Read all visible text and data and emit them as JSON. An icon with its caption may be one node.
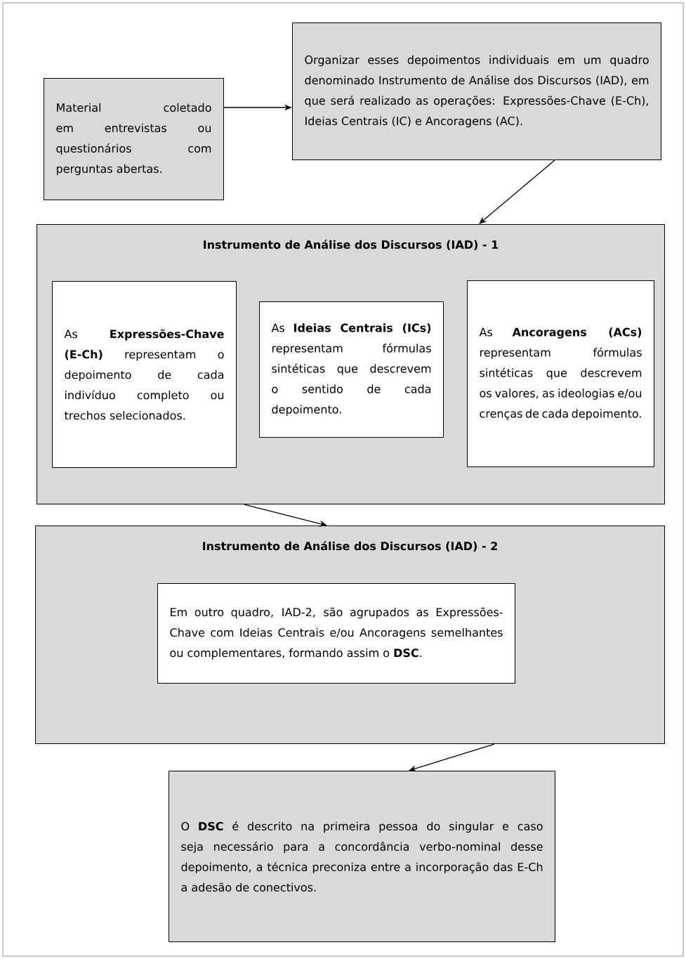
{
  "diagram": {
    "nodes": [
      {
        "text": [
          "Material coletado em entrevistas ou questionários com perguntas abertas."
        ]
      },
      {
        "text": [
          "Organizar esses depoimentos individuais em um quadro denominado Instrumento de Análise dos Discursos (IAD), em que será realizado as operações: Expressões-Chave (E-Ch), Ideias Centrais (IC) e Ancoragens (AC)."
        ]
      },
      {
        "text": [
          "Instrumento de Análise dos Discursos (IAD) - 1"
        ]
      },
      {
        "text": [
          "As **Expressões-Chave (E-Ch)** representam o depoimento de cada indivíduo completo ou trechos selecionados."
        ],
        "in": 2
      },
      {
        "text": [
          "As **Ideias Centrais (ICs)** representam fórmulas sintéticas que descrevem o sentido de cada depoimento."
        ],
        "in": 2
      },
      {
        "text": [
          "As **Ancoragens (ACs)** representam fórmulas sintéticas que descrevem os valores, as ideologias e/ou crenças de cada depoimento."
        ],
        "in": 2
      },
      {
        "text": [
          "Instrumento de Análise dos Discursos (IAD) - 2"
        ]
      },
      {
        "text": [
          "Em outro quadro, IAD-2, são agrupados as Expressões-Chave com Ideias Centrais e/ou Ancoragens semelhantes ou complementares, formando assim o **DSC**."
        ],
        "in": 6
      },
      {
        "text": [
          "O **DSC** é descrito na primeira pessoa do singular e caso seja necessário para a concordância verbo-nominal desse depoimento, a técnica preconiza entre a incorporação das E-Ch a adesão de conectivos."
        ]
      }
    ],
    "edges": [
      {
        "from": 0,
        "to": 1,
        "arrow": "to"
      },
      {
        "from": 1,
        "to": 2,
        "arrow": "to"
      },
      {
        "from": 2,
        "to": 6,
        "arrow": "to"
      },
      {
        "from": 6,
        "to": 8,
        "arrow": "to"
      }
    ]
  }
}
